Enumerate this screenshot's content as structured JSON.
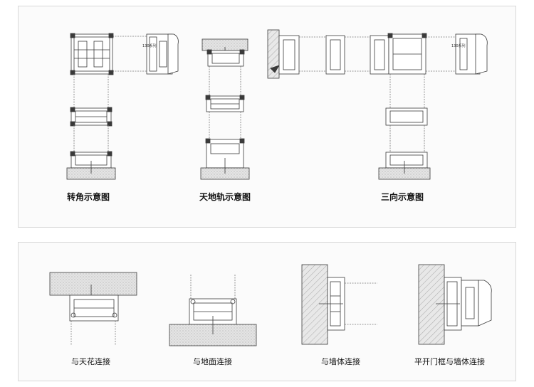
{
  "top_panel": {
    "captions": {
      "corner": "转角示意图",
      "floor_ceiling": "天地轨示意图",
      "three_way": "三向示意图"
    },
    "profile_note": "130系列"
  },
  "bottom_panel": {
    "captions": {
      "ceiling": "与天花连接",
      "floor": "与地面连接",
      "wall": "与墙体连接",
      "door_frame": "平开门框与墙体连接"
    }
  },
  "colors": {
    "line": "#3a3a3a",
    "glass": "#9a9a9a",
    "hatch_fill": "#e6e6e6",
    "background": "#ffffff",
    "panel": "#fbfbfb"
  }
}
